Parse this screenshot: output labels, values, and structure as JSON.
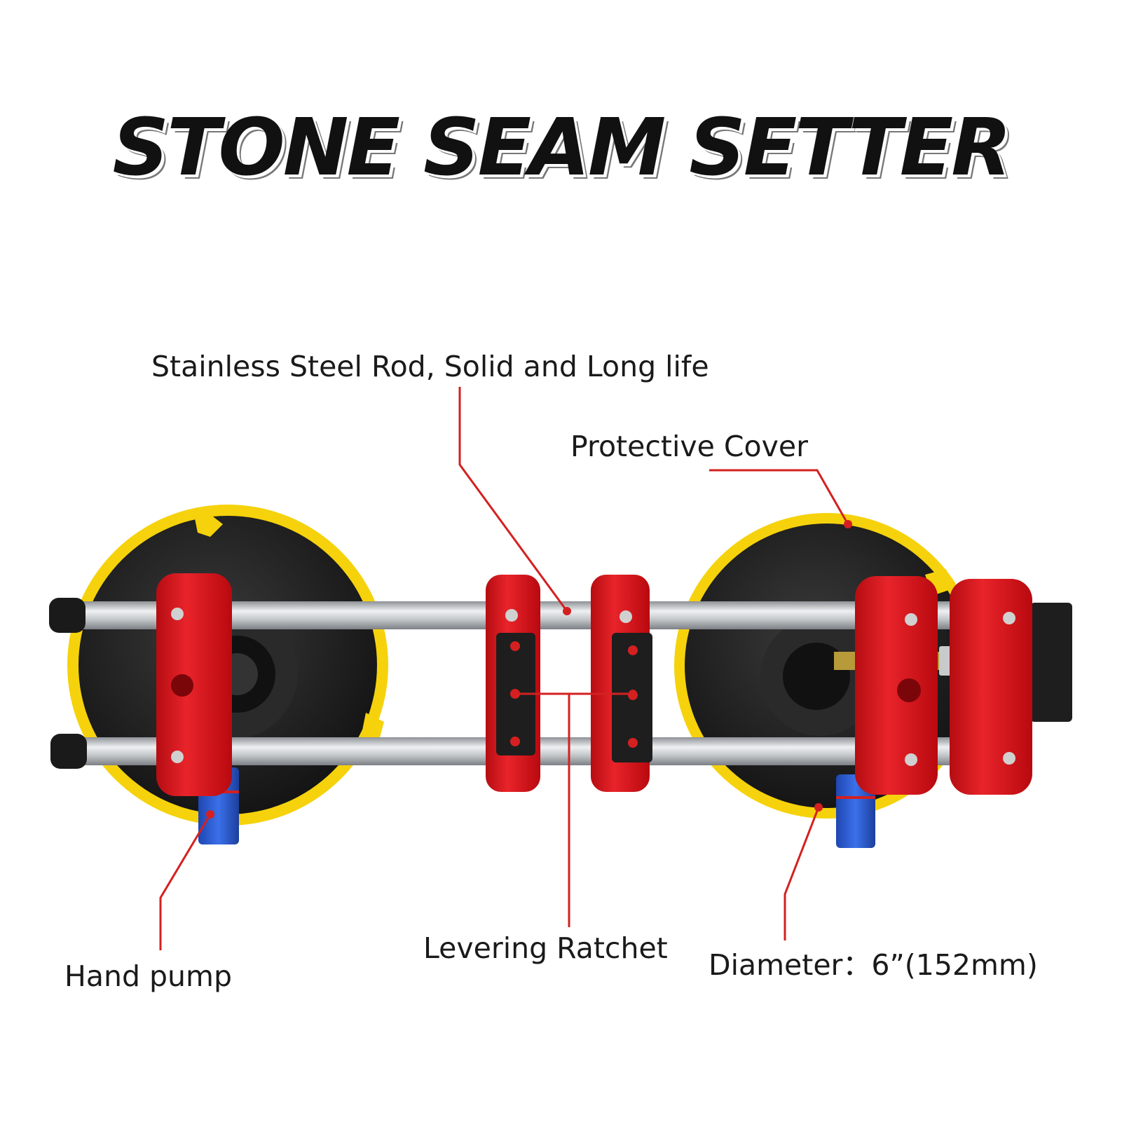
{
  "title": "STONE SEAM SETTER",
  "labels": {
    "rod": "Stainless Steel Rod, Solid and Long life",
    "cover": "Protective Cover",
    "ratchet": "Levering Ratchet",
    "pump": "Hand pump",
    "diameter": "Diameter：6”(152mm)"
  },
  "colors": {
    "leader": "#d42020",
    "cup_rim": "#f5d20c",
    "cup": "#1c1c1c",
    "block": "#d8141a",
    "rod": "#b9bcbf",
    "pump": "#2b5fd6",
    "bracket": "#1e1e1e"
  }
}
